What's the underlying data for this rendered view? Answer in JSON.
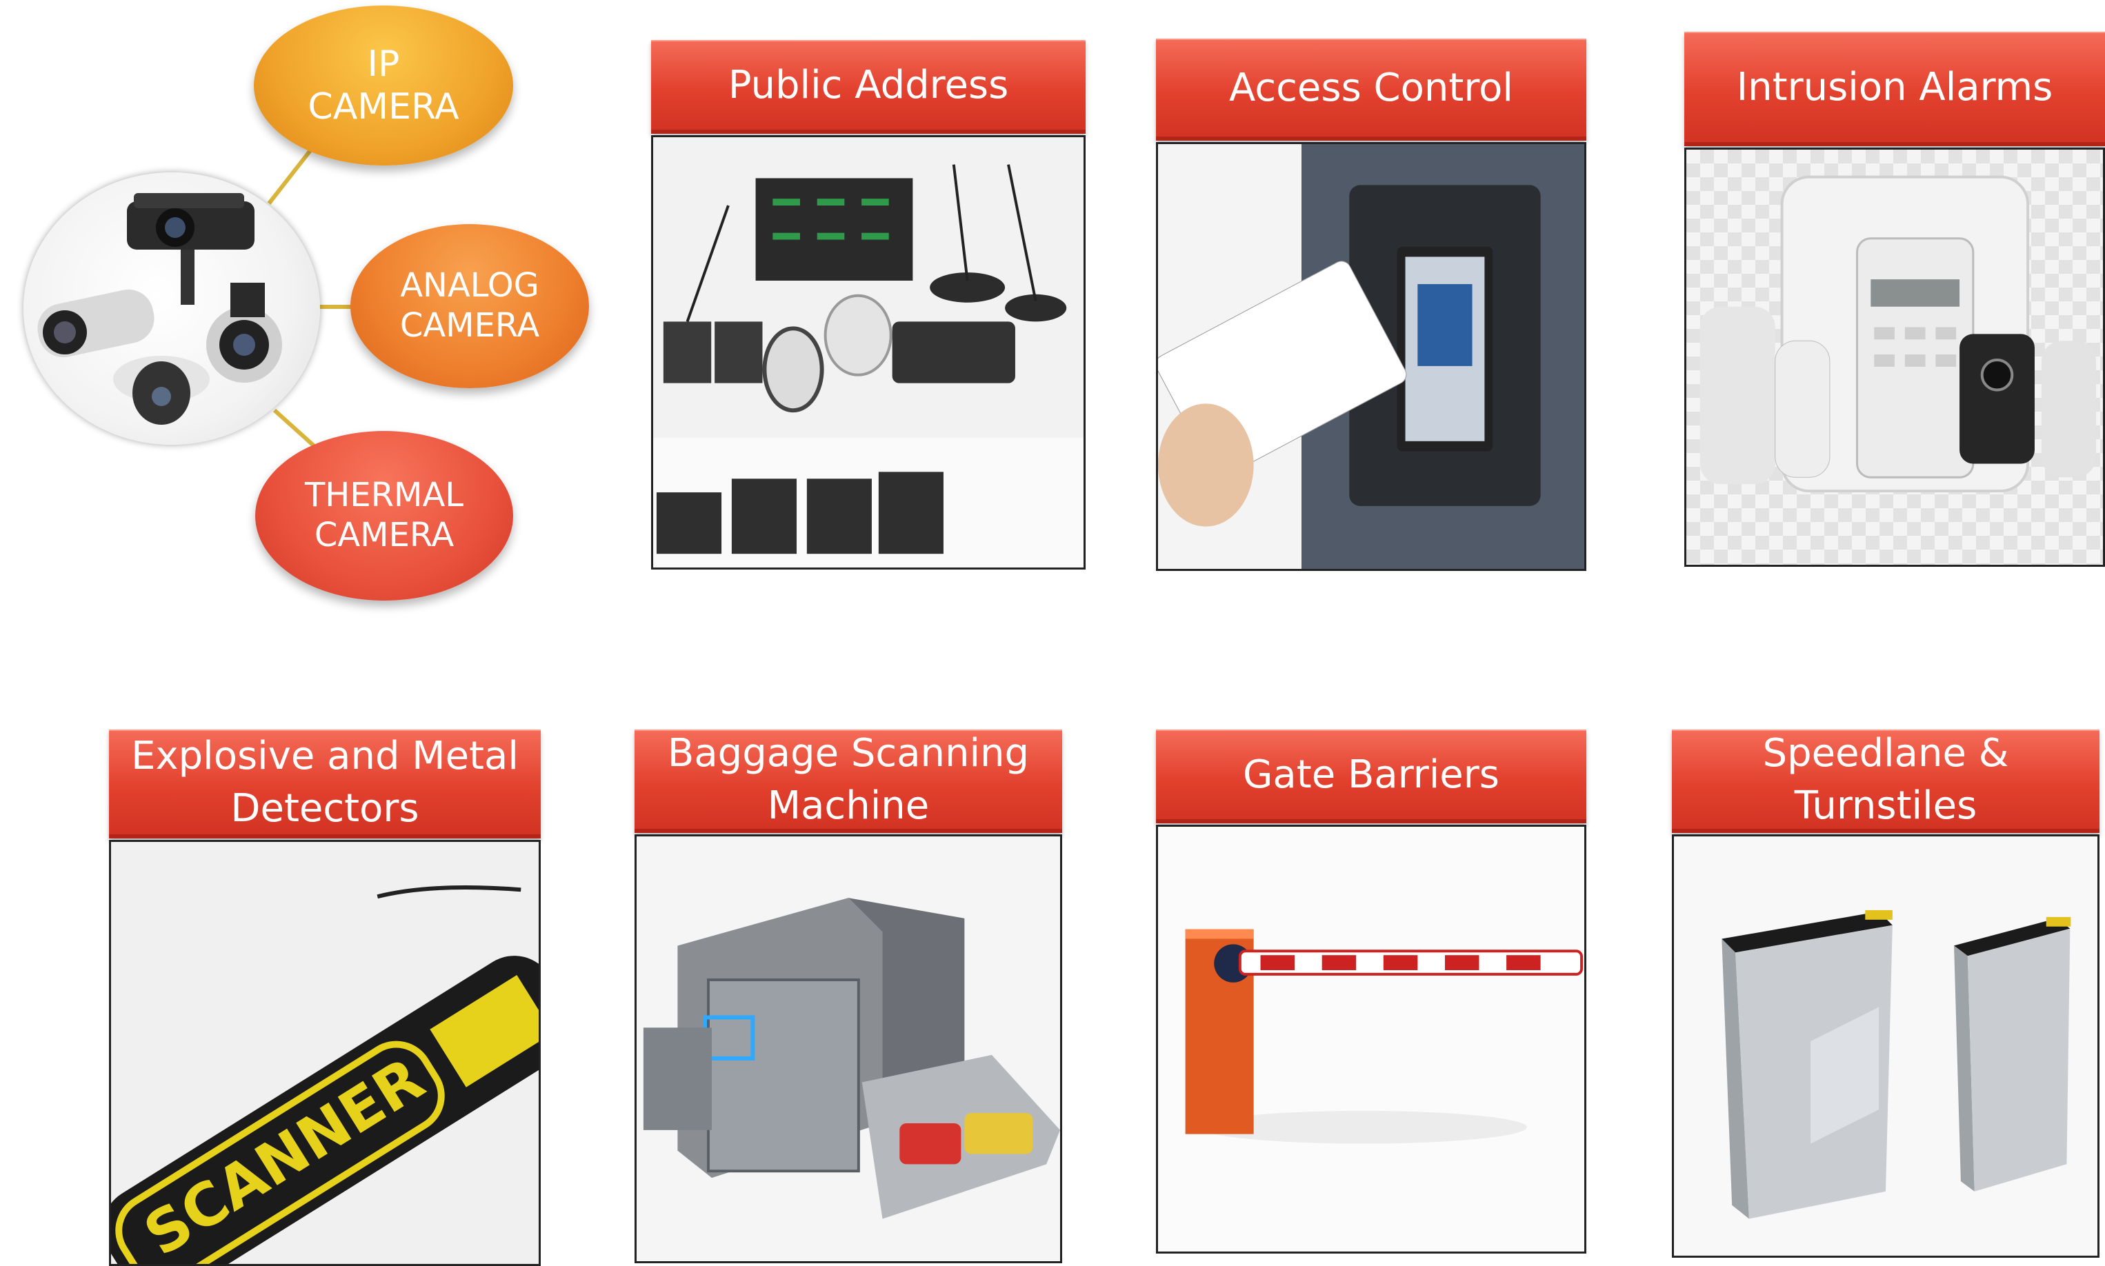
{
  "cameras": {
    "ip": [
      "IP",
      "CAMERA"
    ],
    "analog": [
      "ANALOG",
      "CAMERA"
    ],
    "thermal": [
      "THERMAL",
      "CAMERA"
    ]
  },
  "cards": {
    "public_address": {
      "title": [
        "Public Address"
      ]
    },
    "access_control": {
      "title": [
        "Access Control"
      ]
    },
    "intrusion_alarms": {
      "title": [
        "Intrusion Alarms"
      ]
    },
    "explosive_detectors": {
      "title": [
        "Explosive and Metal",
        "Detectors"
      ],
      "scanner_label": "SCANNER"
    },
    "baggage_scanning": {
      "title": [
        "Baggage Scanning",
        "Machine"
      ]
    },
    "gate_barriers": {
      "title": [
        "Gate Barriers"
      ]
    },
    "speedlane": {
      "title": [
        "Speedlane &",
        "Turnstiles"
      ]
    }
  },
  "colors": {
    "header_red": "#e2412e",
    "ip_orange": "#f0a22a",
    "analog_orange": "#ee7f2c",
    "thermal_red": "#e9513c",
    "connector_gold": "#d9b43a"
  }
}
